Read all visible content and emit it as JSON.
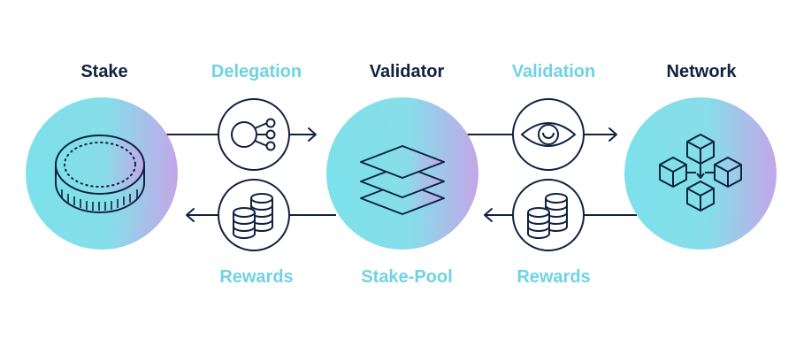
{
  "colors": {
    "dark": "#0f2240",
    "accent": "#6fd3e3",
    "gradient_start": "#7ee0ea",
    "gradient_end": "#c4a6e8"
  },
  "nodes": [
    {
      "id": "stake",
      "label": "Stake",
      "icon": "coin-icon"
    },
    {
      "id": "validator",
      "label": "Validator",
      "sublabel": "Stake-Pool",
      "icon": "layers-icon"
    },
    {
      "id": "network",
      "label": "Network",
      "icon": "network-cubes-icon"
    }
  ],
  "links": [
    {
      "id": "delegation",
      "label": "Delegation",
      "icon": "nodes-icon",
      "direction": "right"
    },
    {
      "id": "validation",
      "label": "Validation",
      "icon": "eye-icon",
      "direction": "right"
    },
    {
      "id": "rewards_1",
      "label": "Rewards",
      "icon": "coin-stack-icon",
      "direction": "left"
    },
    {
      "id": "rewards_2",
      "label": "Rewards",
      "icon": "coin-stack-icon",
      "direction": "left"
    }
  ]
}
